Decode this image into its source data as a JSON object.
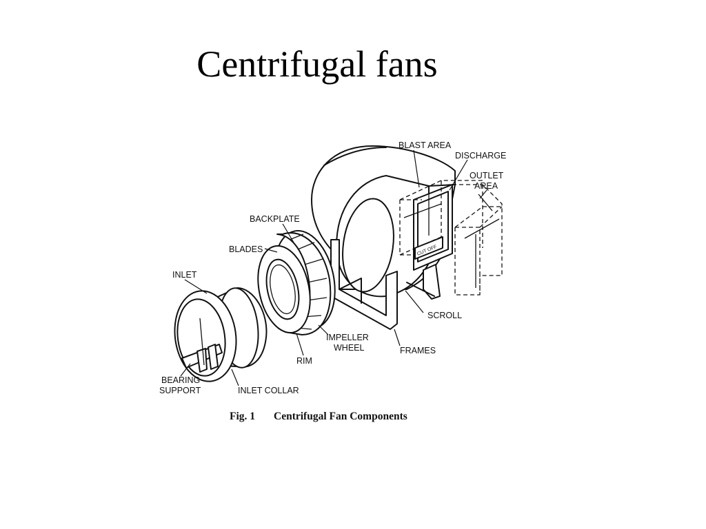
{
  "title": "Centrifugal fans",
  "figure": {
    "caption_number": "Fig. 1",
    "caption_text": "Centrifugal Fan Components",
    "labels": {
      "blast_area": "BLAST AREA",
      "discharge": "DISCHARGE",
      "outlet_area_1": "OUTLET",
      "outlet_area_2": "AREA",
      "backplate": "BACKPLATE",
      "blades": "BLADES",
      "inlet": "INLET",
      "cut_off": "CUT OFF",
      "scroll": "SCROLL",
      "impeller_wheel_1": "IMPELLER",
      "impeller_wheel_2": "WHEEL",
      "frames": "FRAMES",
      "rim": "RIM",
      "bearing_support_1": "BEARING",
      "bearing_support_2": "SUPPORT",
      "inlet_collar": "INLET COLLAR"
    }
  }
}
